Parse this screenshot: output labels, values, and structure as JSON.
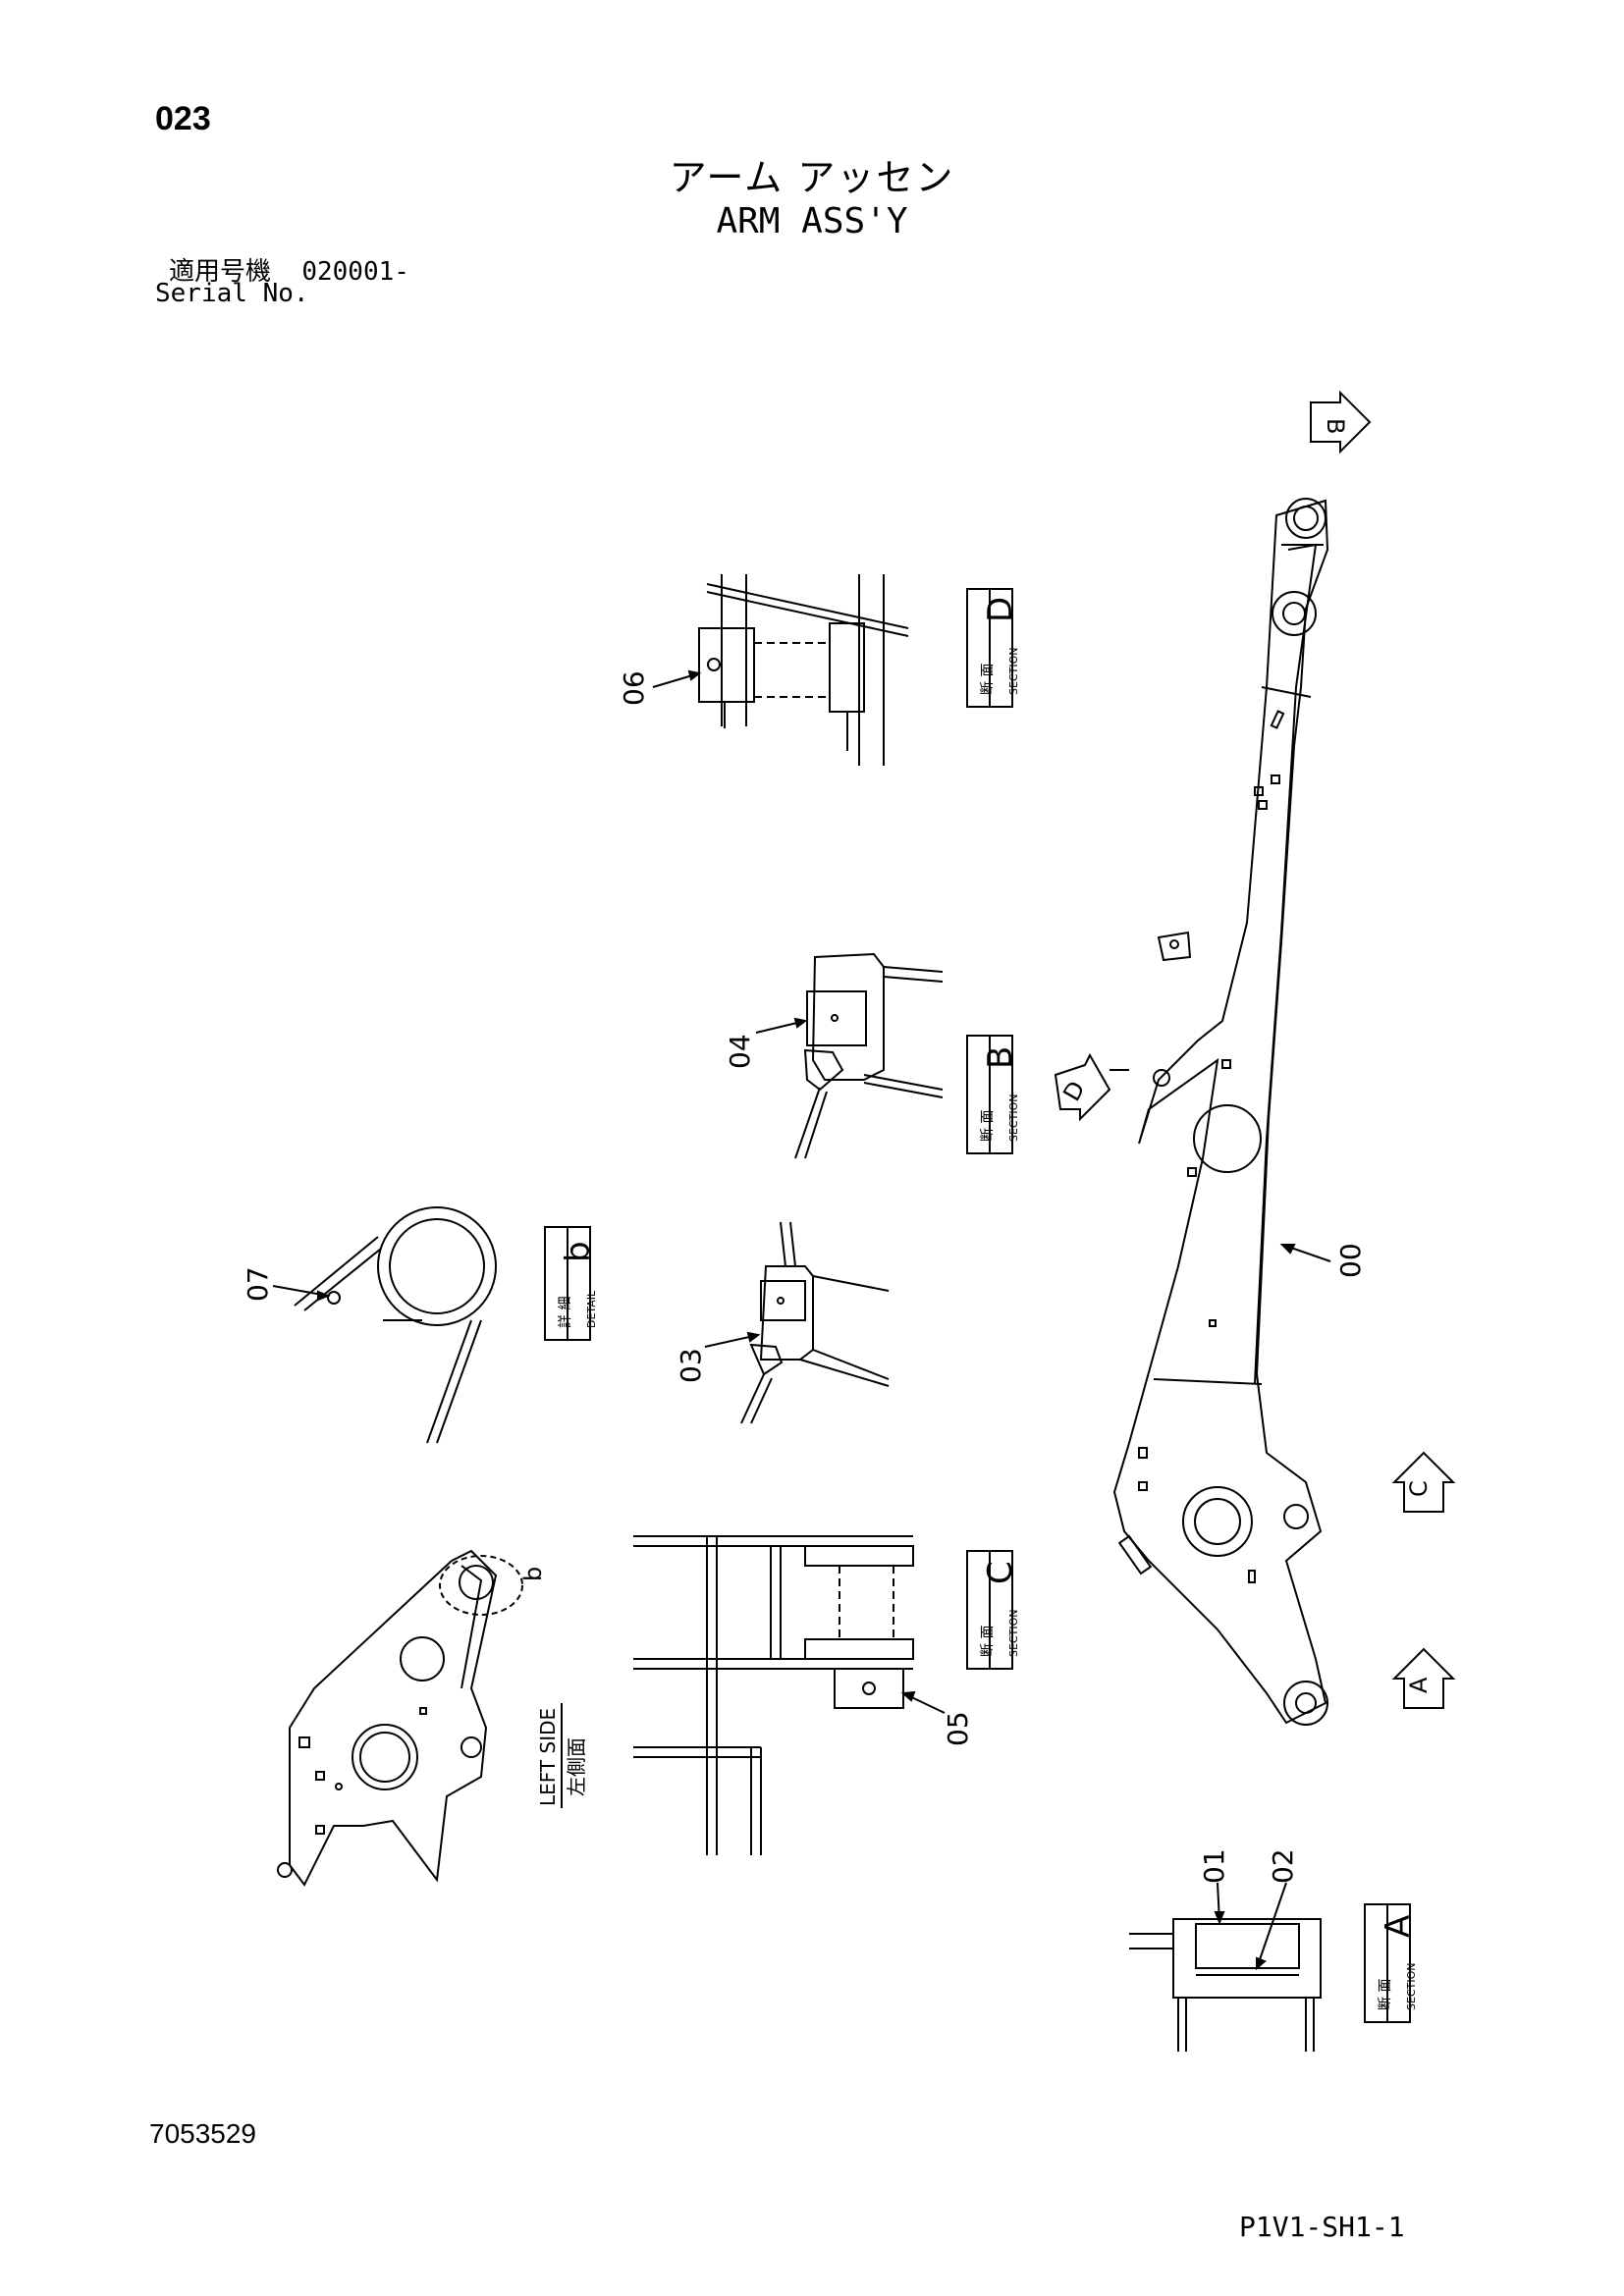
{
  "header": {
    "page_number": "023",
    "title_jp": "アーム アッセン",
    "title_en": "ARM ASS'Y",
    "serial_label_jp": "適用号機",
    "serial_value": "020001-",
    "serial_label_en": "Serial No."
  },
  "footer": {
    "drawing_number": "7053529",
    "sheet_code": "P1V1-SH1-1"
  },
  "callouts": {
    "p00": "00",
    "p01": "01",
    "p02": "02",
    "p03": "03",
    "p04": "04",
    "p05": "05",
    "p06": "06",
    "p07": "07"
  },
  "markers": {
    "A": "A",
    "B": "B",
    "C": "C",
    "D": "D",
    "b": "b"
  },
  "views": {
    "section_jp": "断 面",
    "section_en": "SECTION",
    "detail_jp": "詳 細",
    "detail_en": "DETAIL",
    "left_side_en": "LEFT SIDE",
    "left_side_jp": "左側面"
  }
}
